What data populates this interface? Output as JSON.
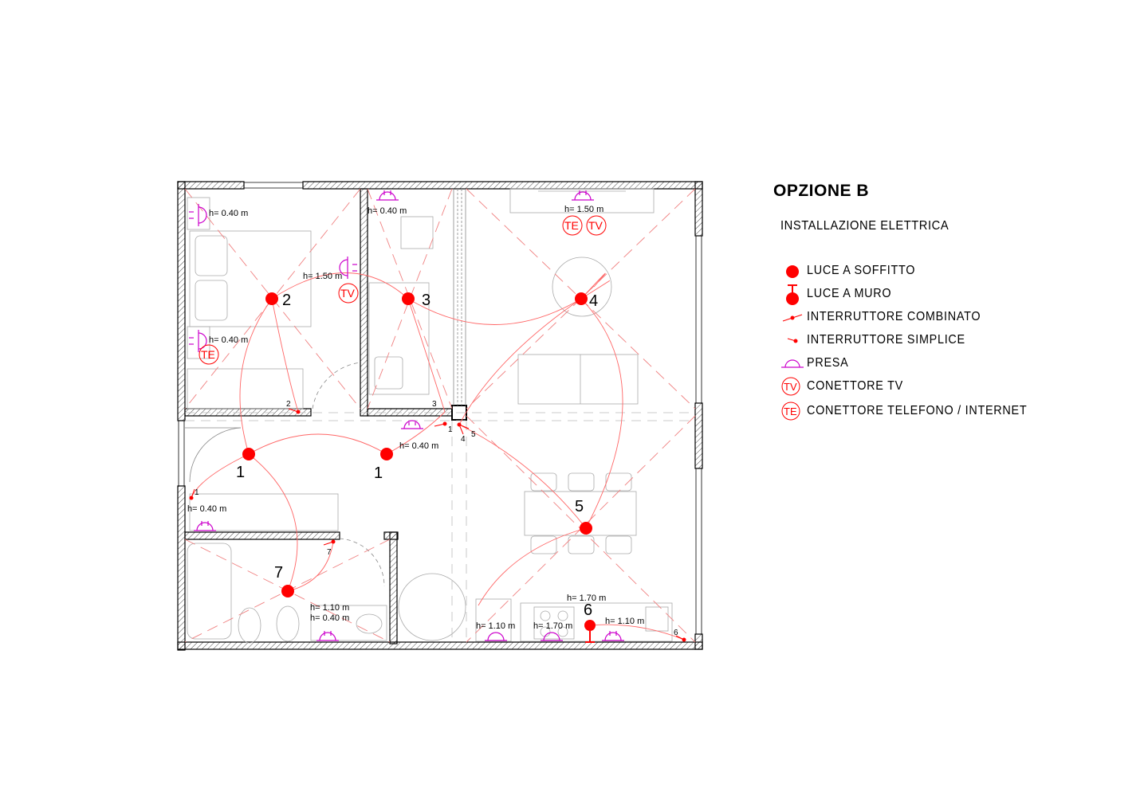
{
  "title": "OPZIONE B",
  "subtitle": "INSTALLAZIONE ELETTRICA",
  "colors": {
    "electric": "#ff0000",
    "socket": "#cc00cc",
    "wall": "#000000",
    "furniture": "#999999"
  },
  "legend": [
    {
      "icon": "ceiling-light-icon",
      "label": "LUCE A SOFFITTO"
    },
    {
      "icon": "wall-light-icon",
      "label": "LUCE A MURO"
    },
    {
      "icon": "combined-switch-icon",
      "label": "INTERRUTTORE COMBINATO"
    },
    {
      "icon": "simple-switch-icon",
      "label": "INTERRUTTORE SIMPLICE"
    },
    {
      "icon": "socket-icon",
      "label": "PRESA"
    },
    {
      "icon": "tv-connector-icon",
      "label": "CONETTORE TV"
    },
    {
      "icon": "phone-connector-icon",
      "label": "CONETTORE TELEFONO / INTERNET"
    }
  ],
  "connectors": {
    "tv": "TV",
    "te": "TE"
  },
  "lights": [
    {
      "id": "light-2",
      "label": "2"
    },
    {
      "id": "light-3",
      "label": "3"
    },
    {
      "id": "light-4",
      "label": "4"
    },
    {
      "id": "light-1a",
      "label": "1"
    },
    {
      "id": "light-1b",
      "label": "1"
    },
    {
      "id": "light-5",
      "label": "5"
    },
    {
      "id": "light-7",
      "label": "7"
    },
    {
      "id": "light-6",
      "label": "6"
    }
  ],
  "switches": [
    "1",
    "1",
    "2",
    "3",
    "4",
    "5",
    "6",
    "7"
  ],
  "heights": {
    "bedroom_top": "h= 0.40 m",
    "bedroom_tv": "h= 1.50 m",
    "bedroom_bottom": "h= 0.40 m",
    "study_top": "h= 0.40 m",
    "living_top": "h= 1.50 m",
    "corridor": "h= 0.40 m",
    "entry": "h= 0.40 m",
    "bath_1": "h= 1.10 m",
    "bath_2": "h= 0.40 m",
    "kitchen_1": "h= 1.10 m",
    "kitchen_2": "h= 1.70 m",
    "kitchen_3": "h= 1.70 m",
    "kitchen_4": "h= 1.10 m"
  }
}
